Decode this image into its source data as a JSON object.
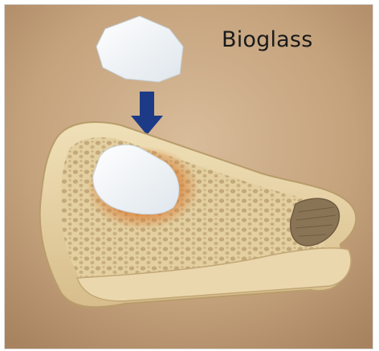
{
  "illustration": {
    "label": "Bioglass",
    "colors": {
      "background": "#c9a986",
      "bone_outer": "#e6d2a6",
      "bone_inner": "#d8c08e",
      "marrow_pores": "#b8a071",
      "bioglass": "#eef2f5",
      "arrow": "#1d3a86",
      "inflammation": "#d9792f"
    },
    "icons": [
      "bioglass-fragment",
      "down-arrow-icon",
      "bone-cross-section"
    ]
  }
}
